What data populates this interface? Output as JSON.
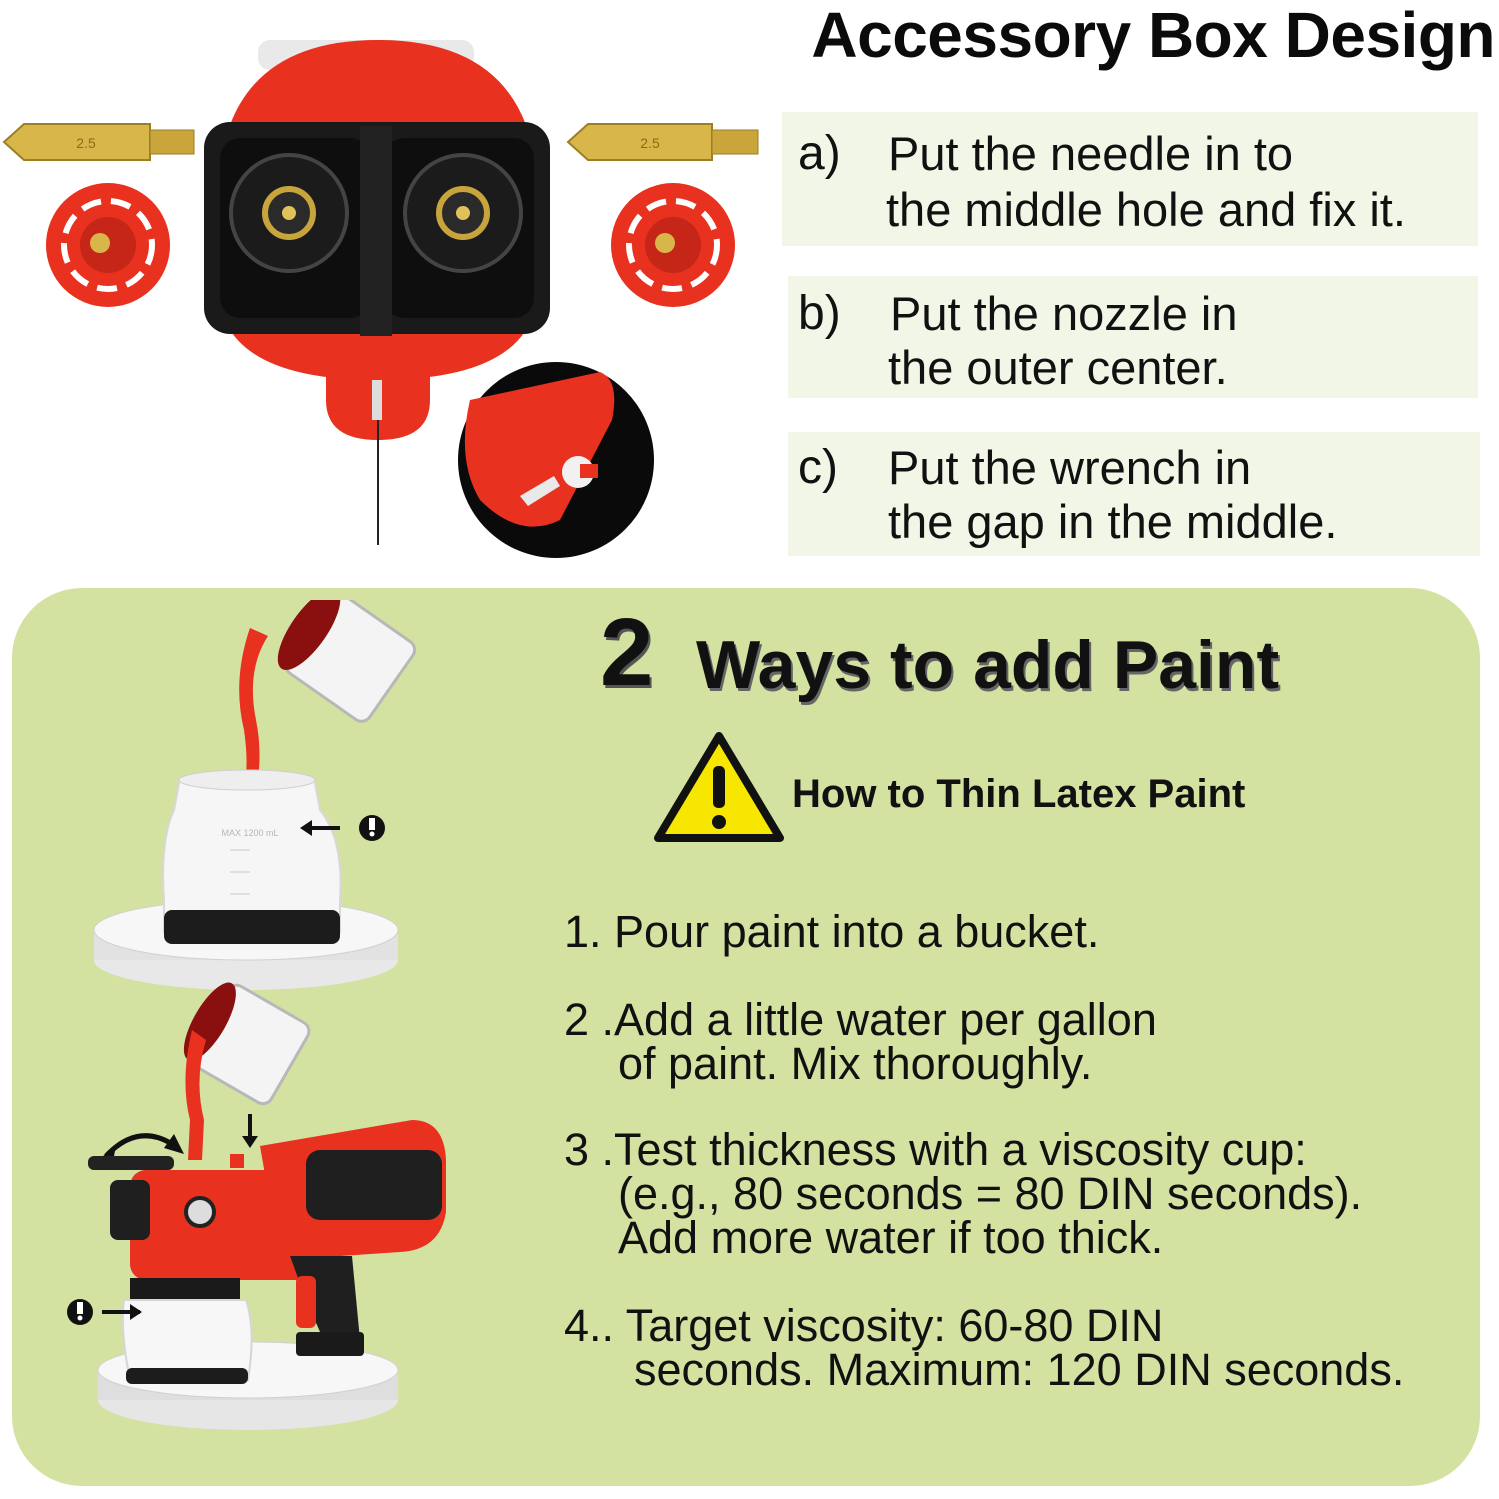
{
  "accessory": {
    "title": "Accessory Box Design",
    "needle_label": "2.5",
    "steps": [
      {
        "letter": "a)",
        "line1": "Put the needle in to",
        "line2": "the middle hole and fix it."
      },
      {
        "letter": "b)",
        "line1": "Put the nozzle in",
        "line2": "the outer center."
      },
      {
        "letter": "c)",
        "line1": "Put the wrench in",
        "line2": "the gap in the middle."
      }
    ]
  },
  "paint": {
    "ways_number": "2",
    "ways_title": "Ways to add Paint",
    "thin_title": "How to Thin Latex Paint",
    "instructions": [
      {
        "lines": [
          "1. Pour paint into a bucket."
        ]
      },
      {
        "lines": [
          "2 .Add a little water per gallon",
          "of paint. Mix thoroughly."
        ]
      },
      {
        "lines": [
          "3 .Test thickness with a viscosity cup:",
          "(e.g., 80 seconds = 80 DIN seconds).",
          "Add more water if too thick."
        ]
      },
      {
        "lines": [
          "4.. Target viscosity: 60-80 DIN",
          "seconds. Maximum: 120 DIN seconds."
        ]
      }
    ],
    "cup_max_label": "MAX 1200 mL"
  },
  "colors": {
    "panel_green": "#d3e1a1",
    "step_bg": "#f1f6e6",
    "product_red": "#e8311f",
    "warning_yellow": "#f7e600"
  }
}
